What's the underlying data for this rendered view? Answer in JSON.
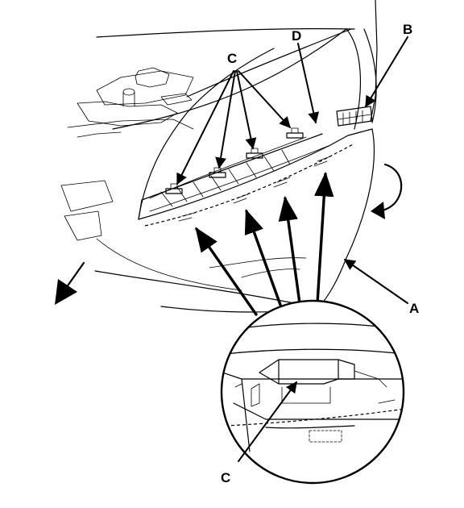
{
  "labels": {
    "A": "A",
    "B": "B",
    "C_top": "C",
    "C_bottom": "C",
    "D": "D"
  }
}
